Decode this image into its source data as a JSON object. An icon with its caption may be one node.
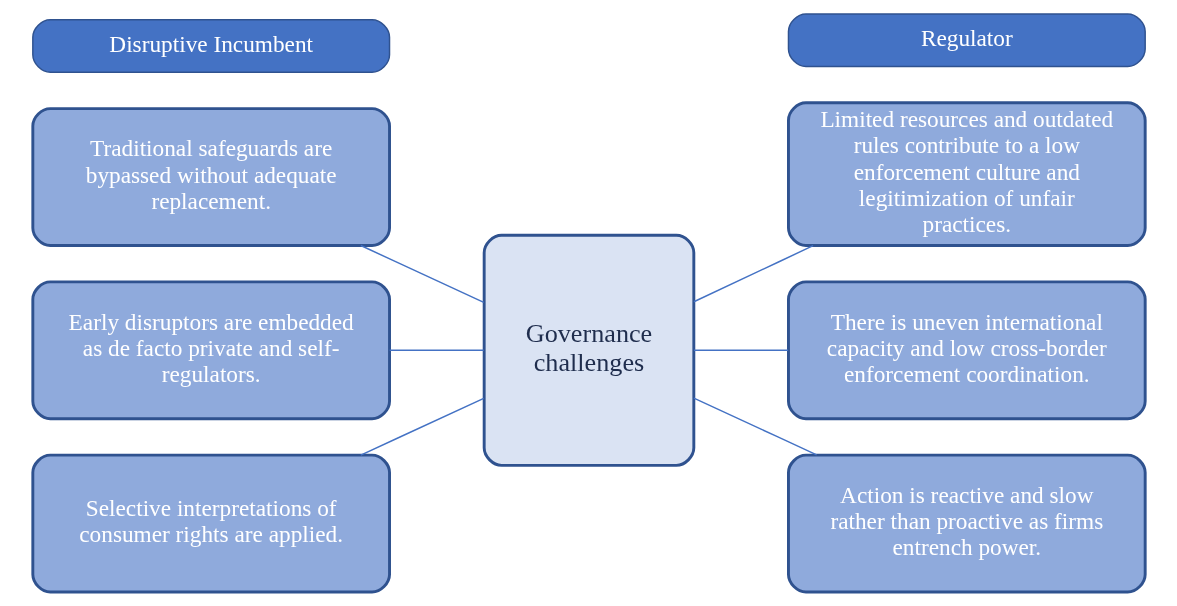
{
  "diagram": {
    "nodes": [
      {
        "text": [
          "Disruptive Incumbent"
        ]
      },
      {
        "text": [
          "Traditional safeguards are bypassed without adequate replacement."
        ]
      },
      {
        "text": [
          "Early disruptors are embedded as de facto private and self-regulators."
        ]
      },
      {
        "text": [
          "Selective interpretations of consumer rights are applied."
        ]
      },
      {
        "text": [
          "Governance challenges"
        ]
      },
      {
        "text": [
          "Regulator"
        ]
      },
      {
        "text": [
          "Limited resources and outdated rules contribute to a low enforcement culture and legitimization of unfair practices."
        ]
      },
      {
        "text": [
          "There is uneven international capacity and low cross-border enforcement coordination."
        ]
      },
      {
        "text": [
          "Action is reactive and slow rather than proactive as firms entrench power."
        ]
      }
    ],
    "edges": [
      {
        "from": 1,
        "to": 4,
        "arrow": "none"
      },
      {
        "from": 2,
        "to": 4,
        "arrow": "none"
      },
      {
        "from": 3,
        "to": 4,
        "arrow": "none"
      },
      {
        "from": 4,
        "to": 6,
        "arrow": "none"
      },
      {
        "from": 4,
        "to": 7,
        "arrow": "none"
      },
      {
        "from": 4,
        "to": 8,
        "arrow": "none"
      }
    ]
  }
}
